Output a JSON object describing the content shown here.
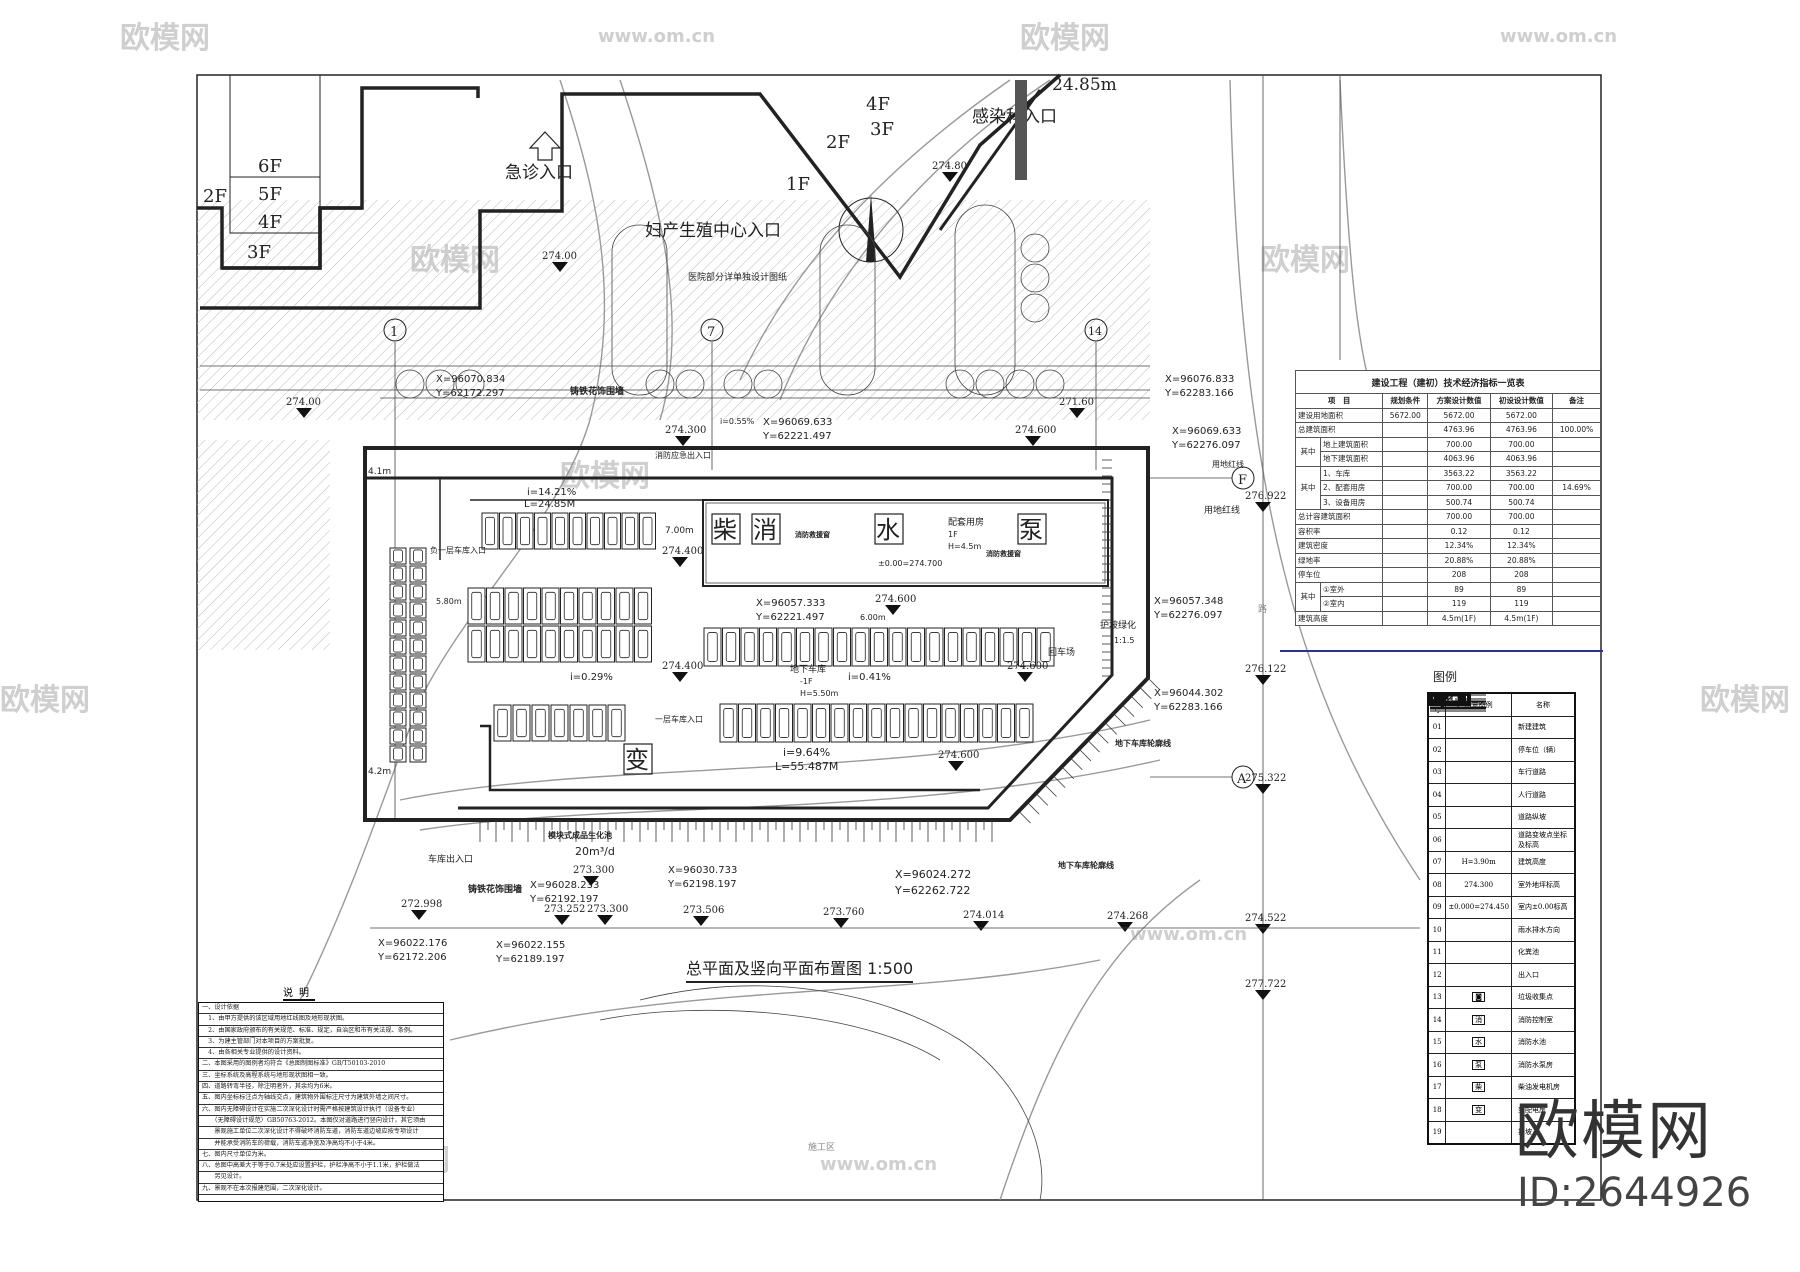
{
  "watermarks": {
    "logo": "欧模网",
    "site": "www.om.cn",
    "big": "欧模网",
    "id": "ID:2644926"
  },
  "plan_title": "总平面及竖向平面布置图  1:500",
  "buildings": {
    "floors": [
      "6F",
      "5F",
      "4F",
      "3F",
      "2F",
      "4F",
      "3F",
      "2F",
      "1F"
    ],
    "entrances": [
      "急诊入口",
      "妇产生殖中心入口",
      "感染科入口"
    ],
    "note": "医院部分详单独设计图纸",
    "height_top": "24.85m"
  },
  "axes": [
    "1",
    "7",
    "14",
    "F",
    "A"
  ],
  "pump_house": {
    "chars": [
      "柴",
      "消",
      "水",
      "泵"
    ],
    "name": "配套用房",
    "floor": "1F",
    "height": "H=4.5m",
    "zero": "±0.00=274.700",
    "window": "消防救援窗"
  },
  "garage": {
    "name": "地下车库",
    "floor": "-1F",
    "height": "H=5.50m",
    "substation": "变",
    "ramp1": "i=14.21%",
    "ramp1_len": "L=24.85M",
    "ramp2": "i=9.64%",
    "ramp2_len": "L=55.487M",
    "slope1": "i=0.29%",
    "slope2": "i=0.41%",
    "slope3": "i=0.55%",
    "width": "7.00m",
    "turn": "回车场",
    "entry_b1": "负一层车库入口",
    "entry_1": "一层车库入口",
    "fire_exit": "消防应急出入口",
    "garage_exit": "车库出入口",
    "dim_41": "4.1m",
    "dim_42": "4.2m",
    "dim_58": "5.80m",
    "dim_600": "6.00m"
  },
  "site_labels": {
    "fence": "铸铁花饰围墙",
    "septic": "模块式成品生化池",
    "septic_cap": "20m³/d",
    "redline": "用地红线",
    "slope_green": "护坡绿化",
    "slope_ratio": "1:1.5",
    "outline": "地下车库轮廓线",
    "road": "路",
    "works": "施工区"
  },
  "coords": [
    [
      "X=96070.834",
      "Y=62172.297"
    ],
    [
      "X=96069.633",
      "Y=62221.497"
    ],
    [
      "X=96076.833",
      "Y=62283.166"
    ],
    [
      "X=96069.633",
      "Y=62276.097"
    ],
    [
      "X=96057.333",
      "Y=62221.497"
    ],
    [
      "X=96057.348",
      "Y=62276.097"
    ],
    [
      "X=96044.302",
      "Y=62283.166"
    ],
    [
      "X=96030.733",
      "Y=62198.197"
    ],
    [
      "X=96028.233",
      "Y=62192.197"
    ],
    [
      "X=96024.272",
      "Y=62262.722"
    ],
    [
      "X=96022.176",
      "Y=62172.206"
    ],
    [
      "X=96022.155",
      "Y=62189.197"
    ]
  ],
  "elevations": [
    "274.00",
    "274.80",
    "274.00",
    "274.300",
    "274.600",
    "271.60",
    "274.400",
    "274.600",
    "274.400",
    "274.600",
    "274.600",
    "273.300",
    "272.998",
    "273.252",
    "273.300",
    "273.506",
    "273.760",
    "274.014",
    "274.268",
    "274.522",
    "277.722",
    "276.922",
    "276.122",
    "275.322"
  ],
  "eco_table": {
    "title": "建设工程（建初）技术经济指标一览表",
    "headers": [
      "项　目",
      "规划条件",
      "方案设计数值",
      "初设设计数值",
      "备注"
    ],
    "rows": [
      {
        "item": "建设用地面积",
        "plan": "5672.00",
        "scheme": "5672.00",
        "prelim": "5672.00",
        "note": ""
      },
      {
        "item": "总建筑面积",
        "plan": "",
        "scheme": "4763.96",
        "prelim": "4763.96",
        "note": "100.00%"
      },
      {
        "group": "其中",
        "item": "地上建筑面积",
        "plan": "",
        "scheme": "700.00",
        "prelim": "700.00",
        "note": ""
      },
      {
        "item": "地下建筑面积",
        "plan": "",
        "scheme": "4063.96",
        "prelim": "4063.96",
        "note": ""
      },
      {
        "group": "其中",
        "item": "1、车库",
        "plan": "",
        "scheme": "3563.22",
        "prelim": "3563.22",
        "note": ""
      },
      {
        "item": "2、配套用房",
        "plan": "",
        "scheme": "700.00",
        "prelim": "700.00",
        "note": "14.69%"
      },
      {
        "item": "3、设备用房",
        "plan": "",
        "scheme": "500.74",
        "prelim": "500.74",
        "note": ""
      },
      {
        "item": "总计容建筑面积",
        "plan": "",
        "scheme": "700.00",
        "prelim": "700.00",
        "note": ""
      },
      {
        "item": "容积率",
        "plan": "",
        "scheme": "0.12",
        "prelim": "0.12",
        "note": ""
      },
      {
        "item": "建筑密度",
        "plan": "",
        "scheme": "12.34%",
        "prelim": "12.34%",
        "note": ""
      },
      {
        "item": "绿地率",
        "plan": "",
        "scheme": "20.88%",
        "prelim": "20.88%",
        "note": ""
      },
      {
        "item": "停车位",
        "plan": "",
        "scheme": "208",
        "prelim": "208",
        "note": ""
      },
      {
        "group": "其中",
        "item": "①室外",
        "plan": "",
        "scheme": "89",
        "prelim": "89",
        "note": ""
      },
      {
        "item": "②室内",
        "plan": "",
        "scheme": "119",
        "prelim": "119",
        "note": ""
      },
      {
        "item": "建筑高度",
        "plan": "",
        "scheme": "4.5m(1F)",
        "prelim": "4.5m(1F)",
        "note": ""
      }
    ]
  },
  "legend": {
    "title": "图例",
    "headers": [
      "序号",
      "示意图例",
      "名称"
    ],
    "items": [
      {
        "no": "01",
        "icon": "new-building",
        "name": "新建建筑"
      },
      {
        "no": "02",
        "icon": "parking-space",
        "name": "停车位（辆）"
      },
      {
        "no": "03",
        "icon": "vehicle-road",
        "name": "车行道路"
      },
      {
        "no": "04",
        "icon": "pedestrian-road",
        "name": "人行道路"
      },
      {
        "no": "05",
        "icon": "road-slope",
        "name": "道路纵坡"
      },
      {
        "no": "06",
        "icon": "grade-change-point",
        "name": "道路变坡点坐标及标高"
      },
      {
        "no": "07",
        "icon": "text",
        "sample": "H=3.90m",
        "name": "建筑高度"
      },
      {
        "no": "08",
        "icon": "elevation-triangle",
        "sample": "274.300",
        "name": "室外地坪标高"
      },
      {
        "no": "09",
        "icon": "indoor-zero",
        "sample": "±0.000=274.450",
        "name": "室内±0.00标高"
      },
      {
        "no": "10",
        "icon": "drainage-arrows",
        "name": "雨水排水方向"
      },
      {
        "no": "11",
        "icon": "septic-tank",
        "name": "化粪池"
      },
      {
        "no": "12",
        "icon": "entrance-triangle",
        "name": "出入口"
      },
      {
        "no": "13",
        "icon": "garbage",
        "sample": "◙",
        "name": "垃圾收集点"
      },
      {
        "no": "14",
        "icon": "boxed-char",
        "sample": "消",
        "name": "消防控制室"
      },
      {
        "no": "15",
        "icon": "boxed-char",
        "sample": "水",
        "name": "消防水池"
      },
      {
        "no": "16",
        "icon": "boxed-char",
        "sample": "泵",
        "name": "消防水泵房"
      },
      {
        "no": "17",
        "icon": "boxed-char",
        "sample": "柴",
        "name": "柴油发电机房"
      },
      {
        "no": "18",
        "icon": "boxed-char",
        "sample": "变",
        "name": "变配电房"
      },
      {
        "no": "19",
        "icon": "slope-hatch",
        "name": "护坡"
      }
    ]
  },
  "notes": {
    "title": "说明",
    "lines": [
      "一、设计依据",
      "　1、由甲方提供的该区域用地红线图及地形现状图。",
      "　2、由国家政府颁布的有关规范、标准、规定，自治区和市有关法规、条例。",
      "　3、为建主管部门对本项目的方案批复。",
      "　4、由各相关专业提供的设计资料。",
      "二、本图采用的图例者均符合《总图制图标准》GB/T50103-2010",
      "三、坐标系统及高程系统与地形现状图相一致。",
      "四、道路转弯半径，除注明者外，其余均为6米。",
      "五、图内坐标标注点为轴线交点，建筑物外围标注尺寸为建筑外墙之间尺寸。",
      "六、图内无障碍设计在实施二次深化设计时需严格按建筑设计执行（设备专业）",
      "　　（无障碍设计规范）GB50763-2012。本图仅对道路进行竖向设计，其它须由",
      "　　景观施工单位二次深化设计不得破坏消防车道，消防车道边坡应按专项设计",
      "　　并能承受消防车的荷载，消防车道净宽及净高均不小于4米。",
      "七、图内尺寸单位为米。",
      "八、总图中高差大于等于0.7米处应设置护栏，护栏净高不小于1.1米，护栏做法",
      "　　另见设计。",
      "九、景观不在本次报建范围，二次深化设计。"
    ]
  },
  "colors": {
    "line": "#222222",
    "contour": "#999999",
    "table_rule": "#2b2fa0"
  }
}
